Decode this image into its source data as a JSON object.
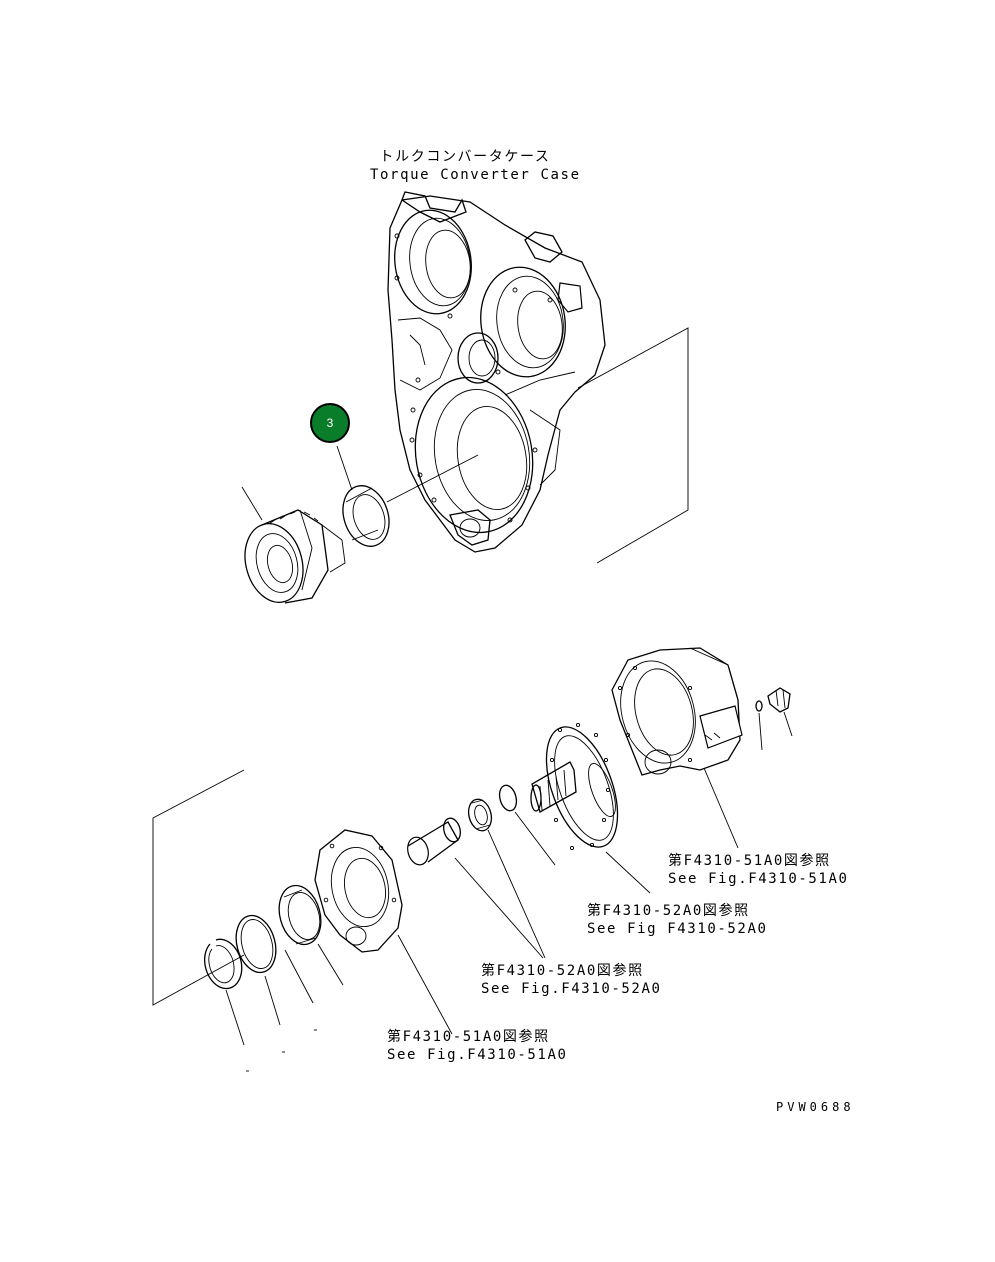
{
  "labels": {
    "torque_converter_jp": "トルクコンバータケース",
    "torque_converter_en": "Torque Converter Case",
    "ref1_jp": "第F4310-51A0図参照",
    "ref1_en": "See Fig.F4310-51A0",
    "ref2_jp": "第F4310-52A0図参照",
    "ref2_en": "See Fig F4310-52A0",
    "ref3_jp": "第F4310-52A0図参照",
    "ref3_en": "See Fig.F4310-52A0",
    "ref4_jp": "第F4310-51A0図参照",
    "ref4_en": "See Fig.F4310-51A0"
  },
  "callout": {
    "number": "3",
    "color": "#0a7d2a"
  },
  "drawing_code": "PVW0688"
}
